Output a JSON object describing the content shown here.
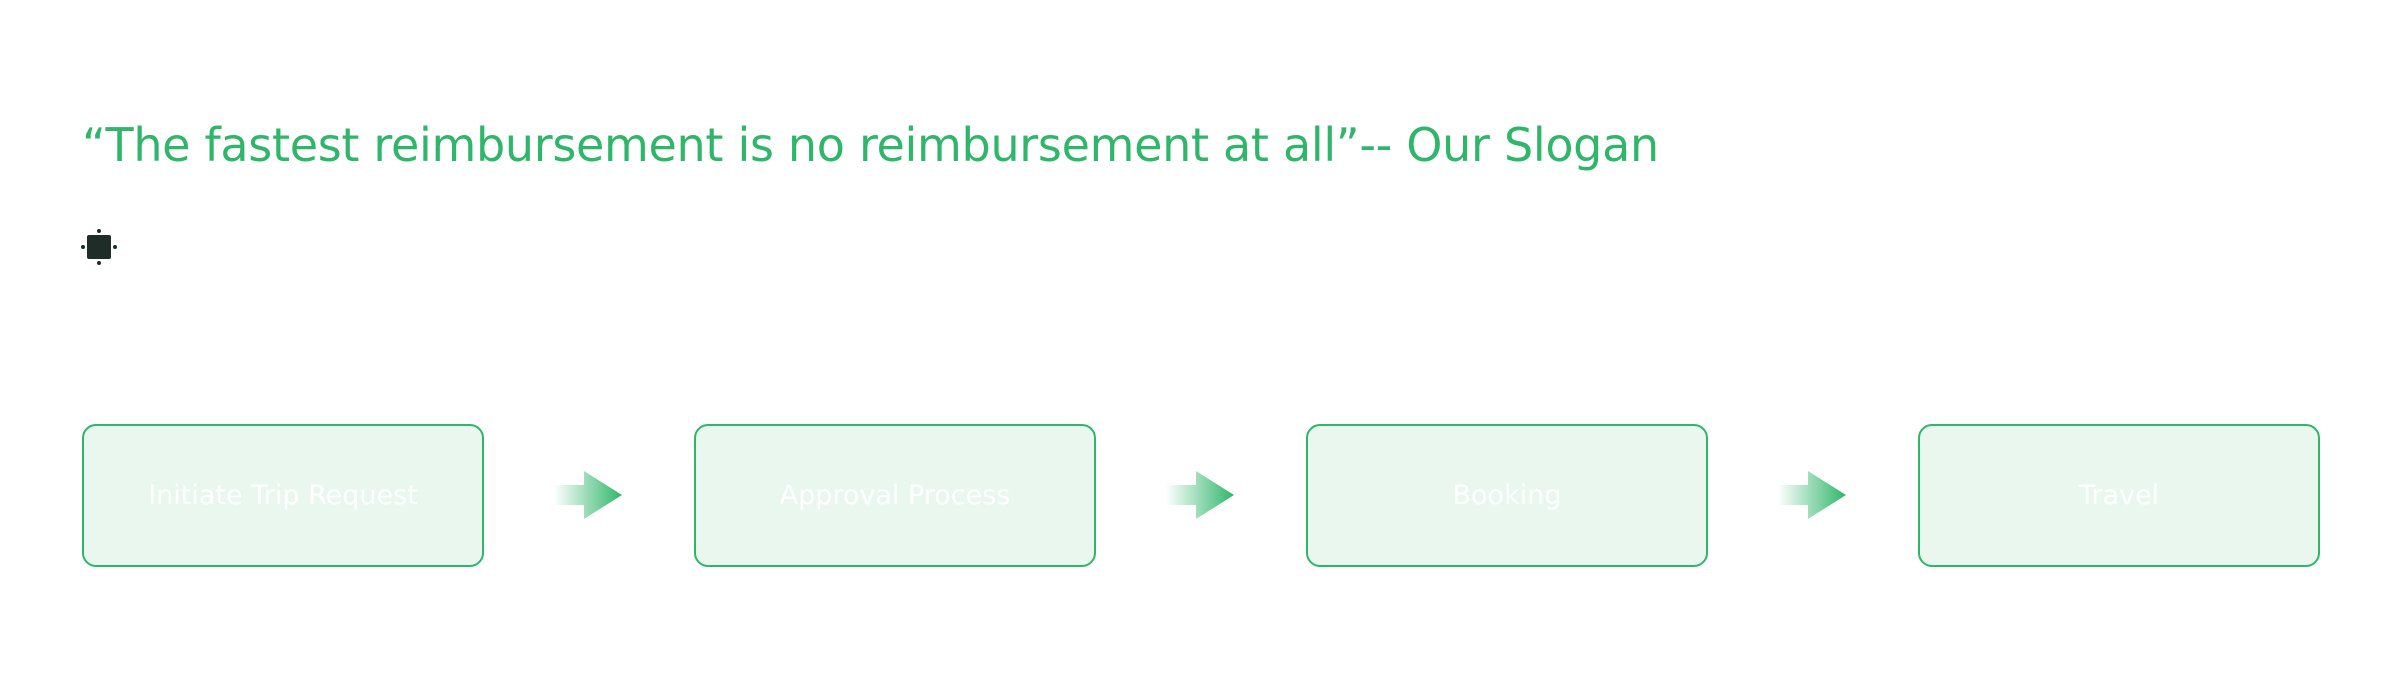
{
  "slogan": "“The fastest reimbursement is no reimbursement at all”-- Our Slogan",
  "colors": {
    "accent": "#2fb66a",
    "box_fill": "#e9f7ef",
    "handle": "#1e2d27"
  },
  "flow": {
    "steps": [
      {
        "label": "Initiate Trip Request"
      },
      {
        "label": "Approval Process"
      },
      {
        "label": "Booking"
      },
      {
        "label": "Travel"
      }
    ]
  }
}
